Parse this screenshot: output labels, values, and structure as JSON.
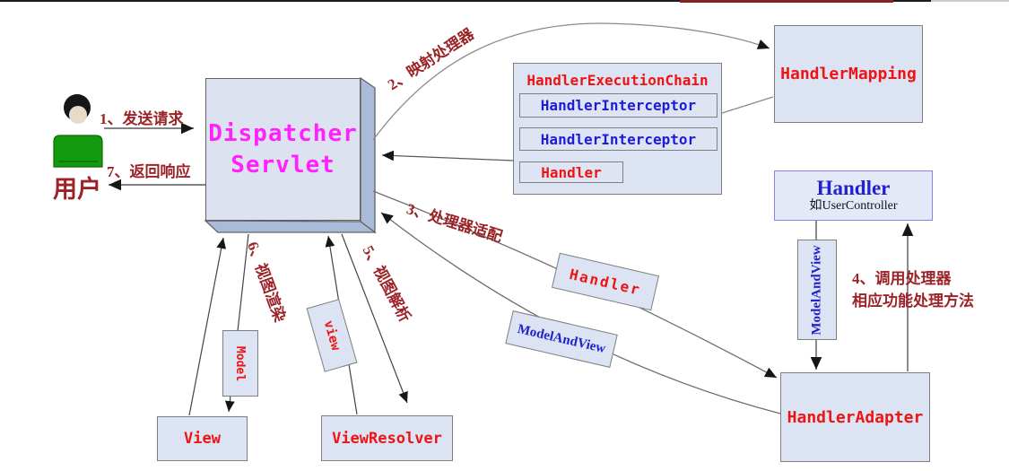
{
  "user": {
    "label": "用户"
  },
  "steps": {
    "s1": "1、发送请求",
    "s2": "2、映射处理器",
    "s3": "3、处理器适配",
    "s4_line1": "4、调用处理器",
    "s4_line2": "相应功能处理方法",
    "s5": "5、视图解析",
    "s6": "6、视图渲染",
    "s7": "7、返回响应"
  },
  "boxes": {
    "dispatcher_line1": "Dispatcher",
    "dispatcher_line2": "Servlet",
    "handler_mapping": "HandlerMapping",
    "handler_execution_chain": "HandlerExecutionChain",
    "handler_interceptor_1": "HandlerInterceptor",
    "handler_interceptor_2": "HandlerInterceptor",
    "chain_handler": "Handler",
    "handler_title": "Handler",
    "handler_subtitle": "如UserController",
    "model_and_view_vertical": "ModelAndView",
    "handler_tilted": "Handler",
    "model_and_view_tilted": "ModelAndView",
    "handler_adapter": "HandlerAdapter",
    "model": "Model",
    "view_tilted": "view",
    "view": "View",
    "view_resolver": "ViewResolver"
  },
  "colors": {
    "class_name_red": "#ee1414",
    "class_name_blue": "#1c1cdc",
    "dispatcher_magenta": "#ff22ff",
    "step_label_dark_red": "#9b2328",
    "box_fill": "#dce3f3",
    "dispatcher_front_fill": "#dde2f1",
    "dispatcher_side_fill": "#a8bcda",
    "handler_box_border": "#8585e0",
    "person_shirt_green": "#149a0e",
    "line_gray": "#5a5a5a"
  }
}
